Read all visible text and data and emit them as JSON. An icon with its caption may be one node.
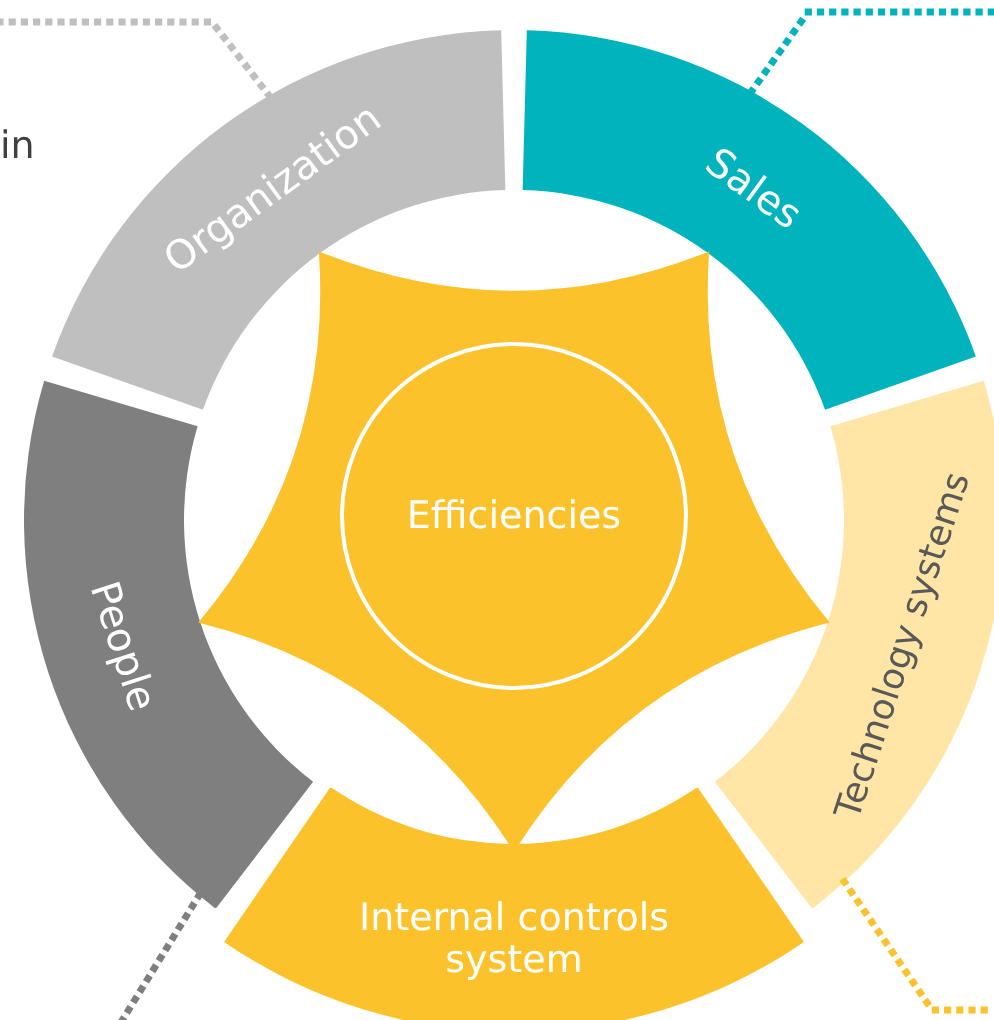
{
  "diagram": {
    "nodes": [
      {
        "text": [
          "Organization"
        ]
      },
      {
        "text": [
          "Sales"
        ]
      },
      {
        "text": [
          "Technology systems"
        ]
      },
      {
        "text": [
          "Internal controls system"
        ]
      },
      {
        "text": [
          "People"
        ]
      },
      {
        "text": [],
        "shape": "star"
      },
      {
        "text": [
          "Efficiencies"
        ],
        "in": 5
      }
    ],
    "edges": [
      {
        "from": 0,
        "to": null,
        "arrow": "none",
        "style": "dashed",
        "color": "#bfbfbf"
      },
      {
        "from": 1,
        "to": null,
        "arrow": "none",
        "style": "dashed",
        "color": "#00b3bc"
      },
      {
        "from": 2,
        "to": null,
        "arrow": "none",
        "style": "dashed",
        "color": "#fbc22b"
      },
      {
        "from": 4,
        "to": null,
        "arrow": "none",
        "style": "dashed",
        "color": "#7f7f7f"
      }
    ],
    "labels": [
      "in"
    ]
  }
}
